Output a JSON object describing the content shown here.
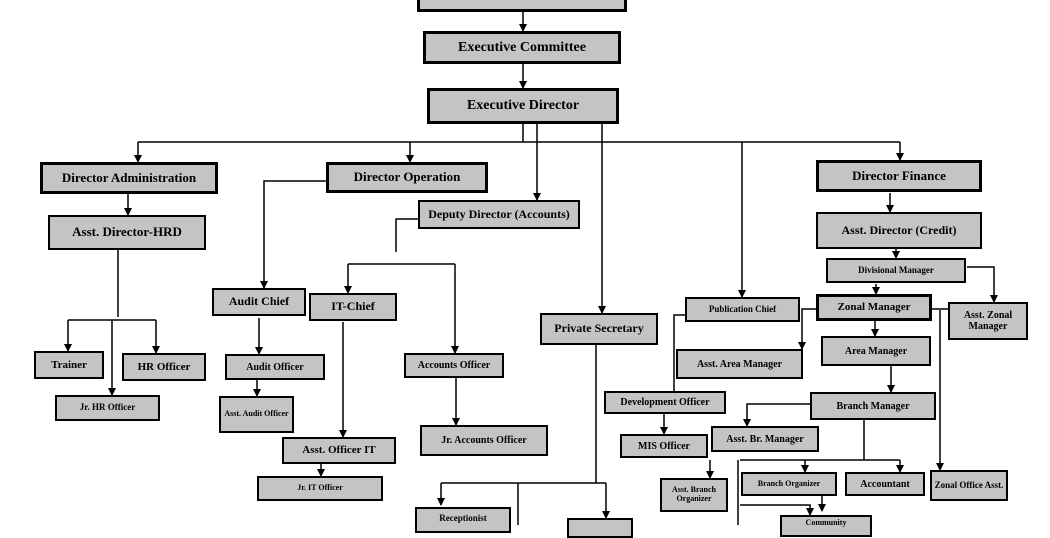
{
  "org_chart": {
    "nodes": {
      "top": "",
      "exec_committee": "Executive Committee",
      "exec_director": "Executive Director",
      "dir_admin": "Director Administration",
      "dir_operation": "Director Operation",
      "dir_finance": "Director Finance",
      "asst_dir_hrd": "Asst. Director-HRD",
      "deputy_dir_accounts": "Deputy Director (Accounts)",
      "asst_dir_credit": "Asst. Director (Credit)",
      "divisional_manager": "Divisional Manager",
      "audit_chief": "Audit Chief",
      "it_chief": "IT-Chief",
      "private_secretary": "Private Secretary",
      "publication_chief": "Publication Chief",
      "zonal_manager": "Zonal Manager",
      "asst_zonal_manager": "Asst. Zonal Manager",
      "trainer": "Trainer",
      "hr_officer": "HR Officer",
      "jr_hr_officer": "Jr. HR Officer",
      "audit_officer": "Audit Officer",
      "asst_audit_officer": "Asst. Audit Officer",
      "accounts_officer": "Accounts Officer",
      "jr_accounts_officer": "Jr. Accounts Officer",
      "asst_officer_it": "Asst. Officer IT",
      "jr_it_officer": "Jr. IT Officer",
      "asst_area_manager": "Asst. Area Manager",
      "area_manager": "Area Manager",
      "development_officer": "Development Officer",
      "mis_officer": "MIS Officer",
      "branch_manager": "Branch Manager",
      "asst_br_manager": "Asst. Br. Manager",
      "asst_branch_organizer": "Asst. Branch Organizer",
      "branch_organizer": "Branch Organizer",
      "accountant": "Accountant",
      "zonal_office_asst": "Zonal Office Asst.",
      "receptionist": "Receptionist",
      "cut_box_right": "",
      "community": "Community"
    }
  }
}
